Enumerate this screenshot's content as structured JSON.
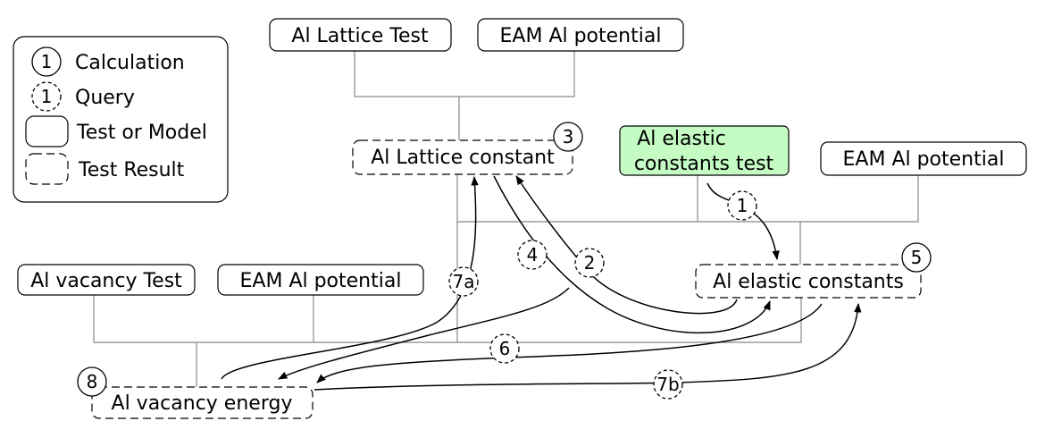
{
  "legend": {
    "calculation_num": "1",
    "calculation_label": "Calculation",
    "query_num": "1",
    "query_label": "Query",
    "test_or_model_label": "Test or Model",
    "test_result_label": "Test Result"
  },
  "nodes": {
    "al_lattice_test": "Al Lattice Test",
    "eam_al_potential_top": "EAM Al potential",
    "al_lattice_constant": "Al Lattice constant",
    "al_elastic_constants_test_line1": "Al elastic",
    "al_elastic_constants_test_line2": "constants test",
    "eam_al_potential_right": "EAM Al potential",
    "al_elastic_constants": "Al elastic constants",
    "al_vacancy_test": "Al vacancy Test",
    "eam_al_potential_left": "EAM Al potential",
    "al_vacancy_energy": "Al vacancy energy"
  },
  "steps": {
    "s1": "1",
    "s2": "2",
    "s3": "3",
    "s4": "4",
    "s5": "5",
    "s6": "6",
    "s7a": "7a",
    "s7b": "7b",
    "s8": "8"
  },
  "colors": {
    "highlight_test": "#c4fcc4",
    "tree_lines": "#888888"
  }
}
